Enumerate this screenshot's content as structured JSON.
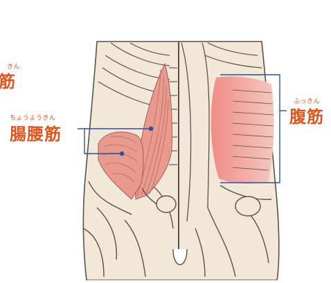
{
  "labels": {
    "left_cut": {
      "text": "筋",
      "ruby": "きん"
    },
    "iliopsoas": {
      "text": "腸腰筋",
      "ruby": "ちょうようきん"
    },
    "abdominal": {
      "text": "腹筋",
      "ruby": "ふっきん"
    }
  },
  "colors": {
    "label": "#e0541e",
    "leader": "#2b4fa3",
    "muscle_fill": "#e89a8e",
    "body_fill": "#f1e8d9",
    "outline": "#5a5046"
  }
}
